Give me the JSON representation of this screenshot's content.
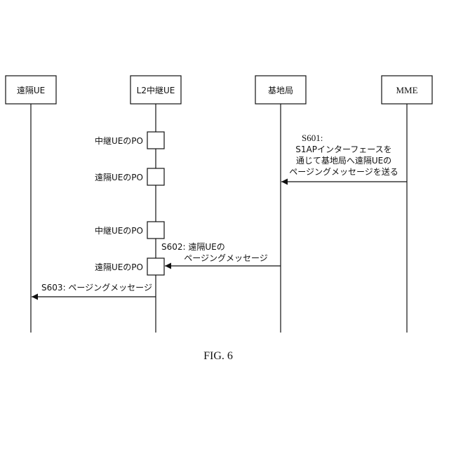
{
  "entities": [
    {
      "id": "remote_ue",
      "label": "遠隔UE"
    },
    {
      "id": "relay_ue",
      "label": "L2中継UE"
    },
    {
      "id": "enb",
      "label": "基地局"
    },
    {
      "id": "mme",
      "label": "MME"
    }
  ],
  "paging_occasions": [
    {
      "label": "中継UEのPO"
    },
    {
      "label": "遠隔UEのPO"
    },
    {
      "label": "中継UEのPO"
    },
    {
      "label": "遠隔UEのPO"
    }
  ],
  "messages": [
    {
      "step": "S601:",
      "lines": [
        "S1APインターフェースを",
        "通じて基地局へ遠隔UEの",
        "ページングメッセージを送る"
      ]
    },
    {
      "step": "S602: 遠隔UEの",
      "lines": [
        "ページングメッセージ"
      ]
    },
    {
      "step": "S603: ページングメッセージ",
      "lines": []
    }
  ],
  "figure_caption": "FIG. 6"
}
